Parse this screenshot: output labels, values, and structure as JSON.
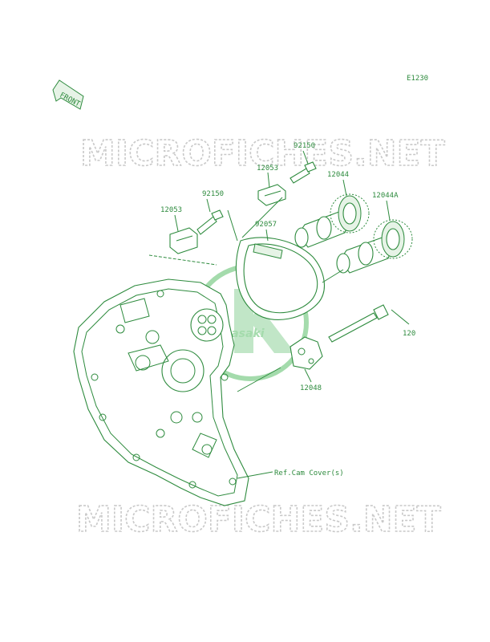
{
  "diagram_code": "E1230",
  "front_label": "FRONT",
  "watermark_text": "MICROFICHES.NET",
  "logo_text": "Kawasaki",
  "accent_color": "#2e8b3e",
  "watermark_color": "#c9c9c9",
  "callouts": {
    "p92150_top": "92150",
    "p12053_top": "12053",
    "p12044": "12044",
    "p92150_left": "92150",
    "p12053_left": "12053",
    "p92057": "92057",
    "p12044A": "12044A",
    "p120": "120",
    "p12048": "12048",
    "ref_cam_cover": "Ref.Cam Cover(s)"
  }
}
